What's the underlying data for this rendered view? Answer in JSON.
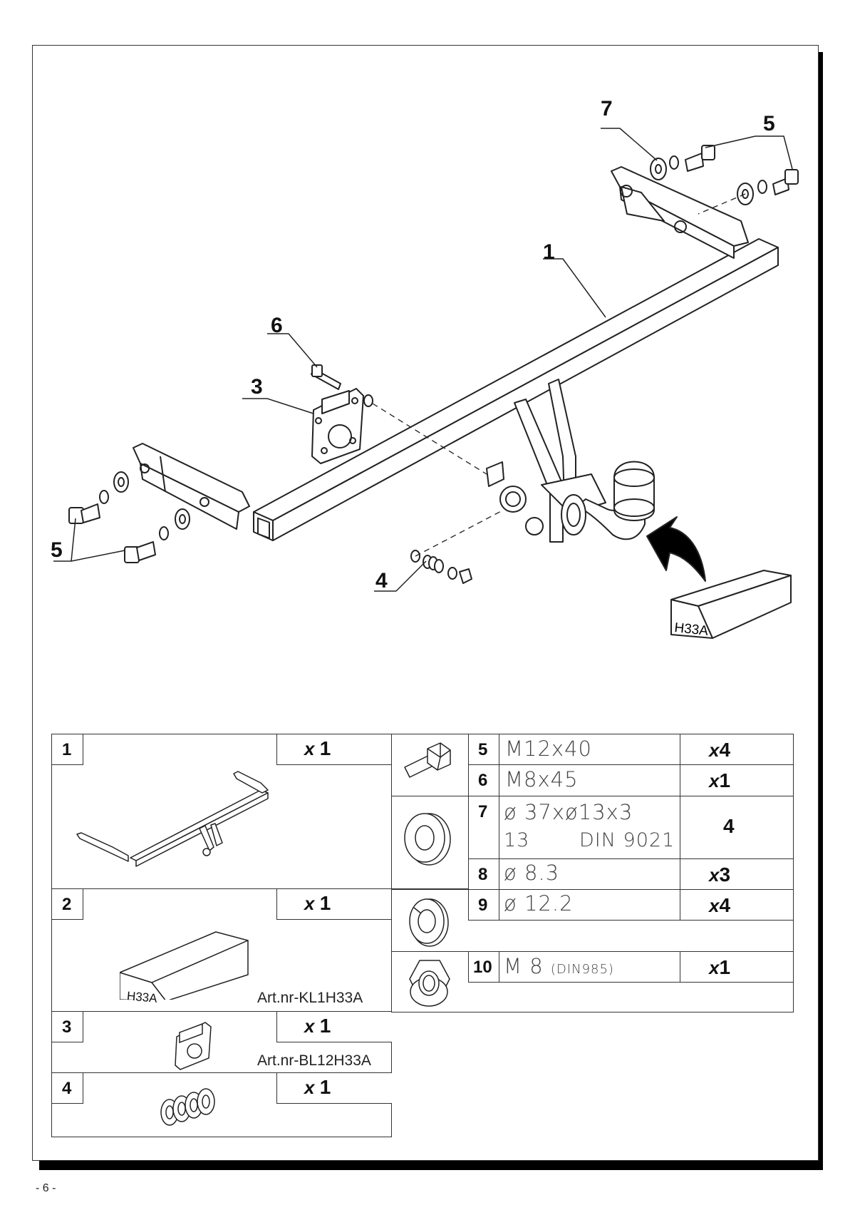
{
  "callouts": {
    "c1": "1",
    "c3": "3",
    "c4": "4",
    "c5a": "5",
    "c5b": "5",
    "c6": "6",
    "c7": "7"
  },
  "box_label": "H33A",
  "parts_list": {
    "p1": {
      "num": "1",
      "qty_prefix": "x",
      "qty": "1"
    },
    "p2": {
      "num": "2",
      "qty_prefix": "x",
      "qty": "1",
      "box_label": "H33A",
      "art_nr": "Art.nr-KL1H33A"
    },
    "p3": {
      "num": "3",
      "qty_prefix": "x",
      "qty": "1",
      "art_nr": "Art.nr-BL12H33A"
    },
    "p4": {
      "num": "4",
      "qty_prefix": "x",
      "qty": "1"
    },
    "p5": {
      "num": "5",
      "spec": "M12x40",
      "qty_prefix": "x",
      "qty": "4"
    },
    "p6": {
      "num": "6",
      "spec": "M8x45",
      "qty_prefix": "x",
      "qty": "1"
    },
    "p7": {
      "num": "7",
      "spec_line1": "ø 37xø13x3",
      "spec_line2a": "13",
      "spec_line2b": "DIN 9021",
      "qty": "4"
    },
    "p8": {
      "num": "8",
      "spec": "ø 8.3",
      "qty_prefix": "x",
      "qty": "3"
    },
    "p9": {
      "num": "9",
      "spec": "ø 12.2",
      "qty_prefix": "x",
      "qty": "4"
    },
    "p10": {
      "num": "10",
      "spec": "M 8",
      "spec_small": "(DIN985)",
      "qty_prefix": "x",
      "qty": "1"
    }
  },
  "page_number": "- 6 -"
}
